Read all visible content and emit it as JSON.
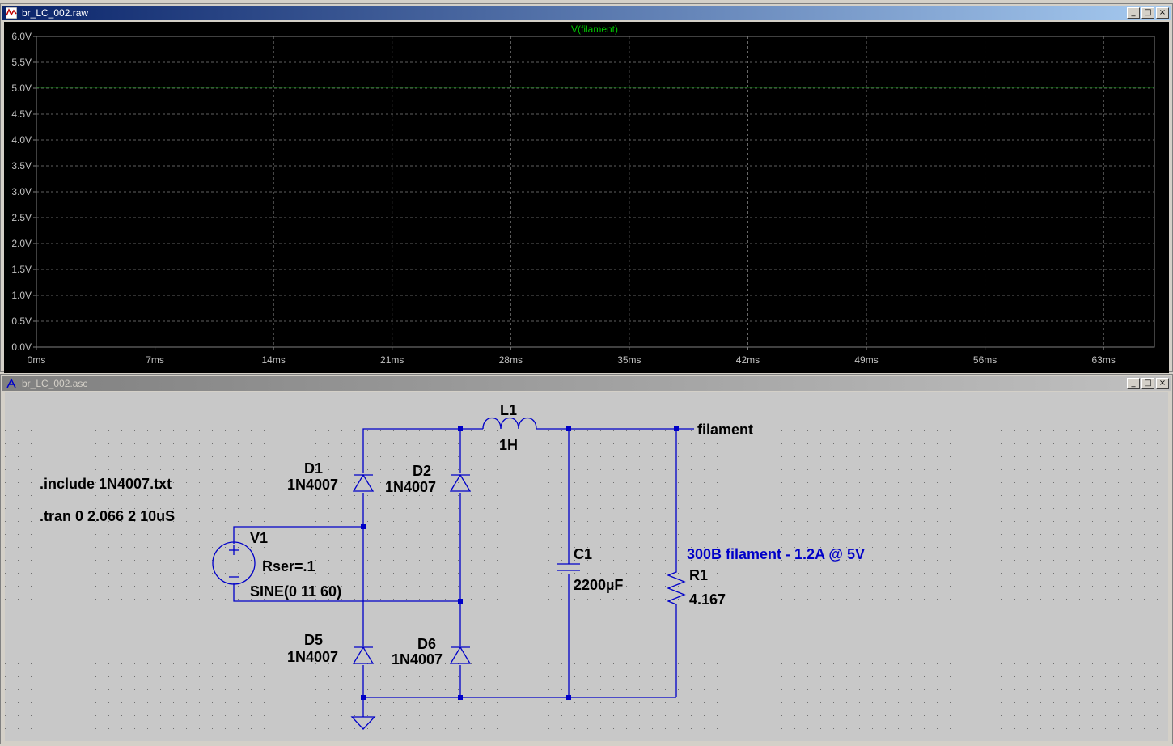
{
  "plot_window": {
    "title": "br_LC_002.raw",
    "buttons": [
      "_",
      "□",
      "×"
    ]
  },
  "schematic_window": {
    "title": "br_LC_002.asc",
    "buttons": [
      "_",
      "□",
      "×"
    ]
  },
  "chart_data": {
    "type": "line",
    "title": "V(filament)",
    "xlabel": "",
    "ylabel": "",
    "x_ticks": [
      "0ms",
      "7ms",
      "14ms",
      "21ms",
      "28ms",
      "35ms",
      "42ms",
      "49ms",
      "56ms",
      "63ms"
    ],
    "y_ticks": [
      "0.0V",
      "0.5V",
      "1.0V",
      "1.5V",
      "2.0V",
      "2.5V",
      "3.0V",
      "3.5V",
      "4.0V",
      "4.5V",
      "5.0V",
      "5.5V",
      "6.0V"
    ],
    "xlim": [
      0,
      66
    ],
    "ylim": [
      0,
      6
    ],
    "grid": true,
    "series": [
      {
        "name": "V(filament)",
        "color": "#00c800",
        "x": [
          0,
          66
        ],
        "y": [
          5.02,
          5.02
        ]
      }
    ]
  },
  "schematic": {
    "directives": [
      ".include 1N4007.txt",
      ".tran 0 2.066 2 10uS"
    ],
    "net_label": "filament",
    "comment": "300B filament - 1.2A @ 5V",
    "components": {
      "D1": {
        "name": "D1",
        "value": "1N4007"
      },
      "D2": {
        "name": "D2",
        "value": "1N4007"
      },
      "D5": {
        "name": "D5",
        "value": "1N4007"
      },
      "D6": {
        "name": "D6",
        "value": "1N4007"
      },
      "L1": {
        "name": "L1",
        "value": "1H"
      },
      "C1": {
        "name": "C1",
        "value": "2200µF"
      },
      "R1": {
        "name": "R1",
        "value": "4.167"
      },
      "V1": {
        "name": "V1",
        "param": "Rser=.1",
        "value": "SINE(0 11 60)"
      }
    },
    "colors": {
      "wire": "#0000c8",
      "text": "#000000",
      "comment": "#0000c8",
      "background": "#c8c8c8"
    }
  }
}
